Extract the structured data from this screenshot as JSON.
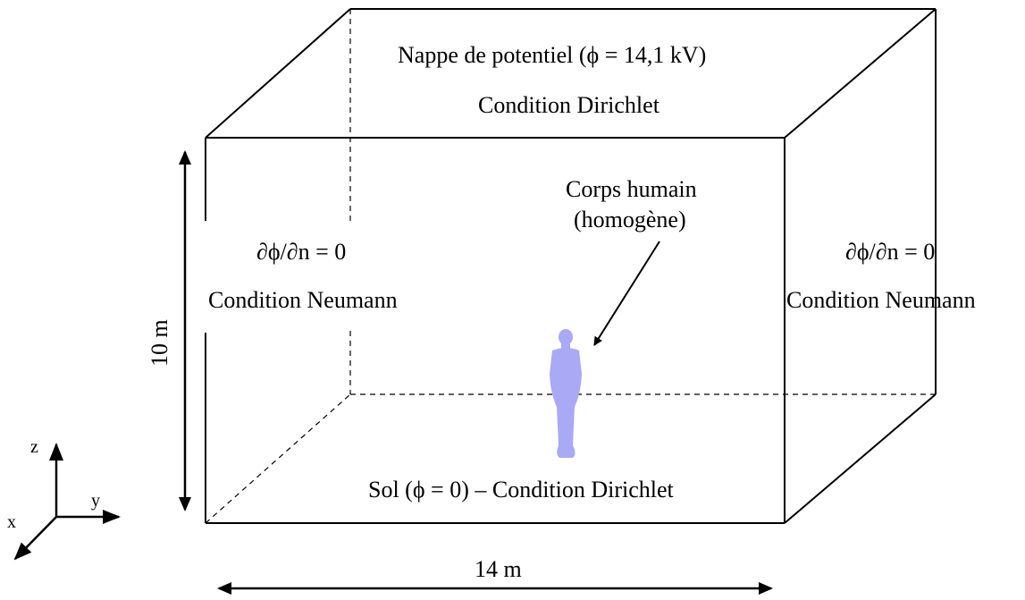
{
  "labels": {
    "top_line1": "Nappe de potentiel (ϕ = 14,1 kV)",
    "top_line2": "Condition Dirichlet",
    "left_line1": "∂ϕ/∂n = 0",
    "left_line2": "Condition Neumann",
    "right_line1": "∂ϕ/∂n = 0",
    "right_line2": "Condition Neumann",
    "body_line1": "Corps humain",
    "body_line2": "(homogène)",
    "ground": "Sol (ϕ = 0) – Condition Dirichlet",
    "height": "10 m",
    "width": "14 m"
  },
  "axes": {
    "z": "z",
    "y": "y",
    "x": "x"
  },
  "colors": {
    "lines": "#000000",
    "human_body": "#a9a9f5"
  }
}
